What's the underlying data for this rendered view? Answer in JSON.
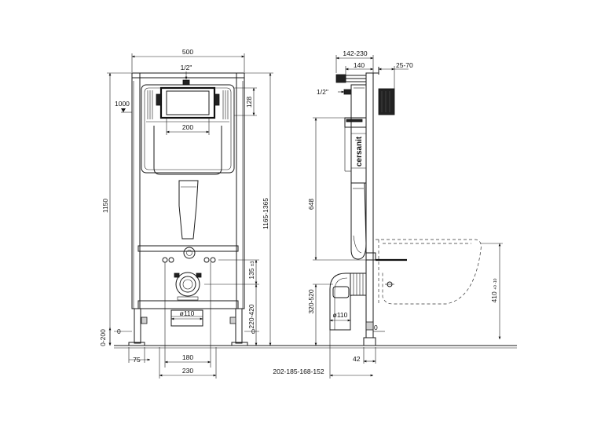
{
  "front_view": {
    "width_label": "500",
    "inlet_label": "1/2\"",
    "reference_label": "1000",
    "panel_height_label": "128",
    "panel_width_label": "200",
    "total_height_label": "1150",
    "adjust_height_label": "1165-1365",
    "spacing_label": "135",
    "spacing_sub_label": "±3",
    "outlet_height_label": "220-420",
    "pipe_label": "ø110",
    "foot_label": "0-200",
    "zero_label_left": "0",
    "zero_label_right": "0",
    "foot_offset_label": "75",
    "bolt_spacing_label": "180",
    "bolt_width_label": "230"
  },
  "side_view": {
    "depth_label": "142-230",
    "depth_inner_label": "140",
    "plate_label": "25-70",
    "inlet_label": "1/2\"",
    "brand_label": "cersanit",
    "cistern_height_label": "648",
    "outlet_height_label": "320-520",
    "pipe_label": "ø110",
    "bowl_height_label": "410",
    "bowl_height_sub_label": "+0 -10",
    "zero_label": "0",
    "foot_label": "42",
    "pipe_offset_label": "202-185-168-152"
  }
}
